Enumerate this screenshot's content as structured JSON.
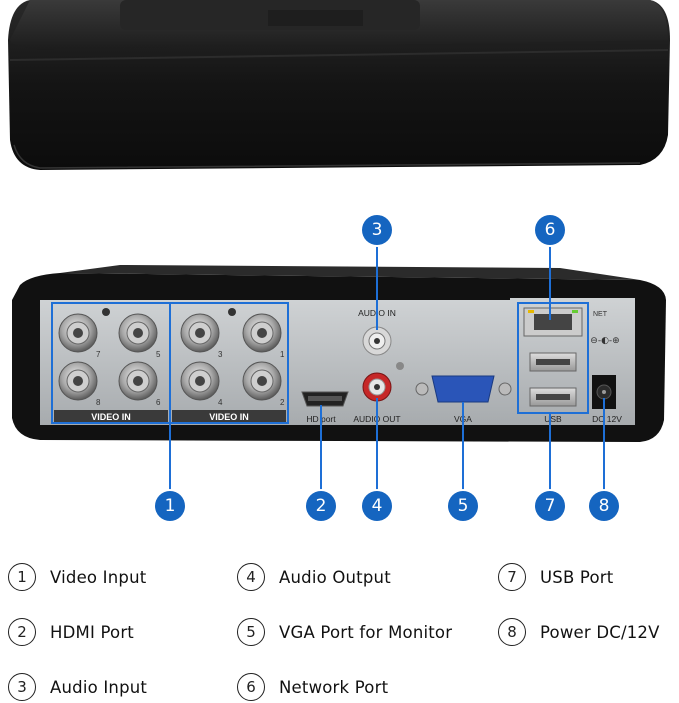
{
  "panel_labels": {
    "video_in_left": "VIDEO IN",
    "video_in_right": "VIDEO IN",
    "audio_in": "AUDIO IN",
    "audio_out": "AUDIO OUT",
    "hdmi": "HD port",
    "vga": "VGA",
    "usb": "USB",
    "net": "NET",
    "dc": "DC 12V",
    "bnc_numbers": [
      "7",
      "5",
      "3",
      "1",
      "8",
      "6",
      "4",
      "2"
    ]
  },
  "callouts": [
    "1",
    "2",
    "3",
    "4",
    "5",
    "6",
    "7",
    "8"
  ],
  "legend": [
    {
      "num": "1",
      "label": "Video Input"
    },
    {
      "num": "2",
      "label": "HDMI Port"
    },
    {
      "num": "3",
      "label": "Audio Input"
    },
    {
      "num": "4",
      "label": "Audio Output"
    },
    {
      "num": "5",
      "label": "VGA Port for Monitor"
    },
    {
      "num": "6",
      "label": "Network Port"
    },
    {
      "num": "7",
      "label": "USB Port"
    },
    {
      "num": "8",
      "label": "Power DC/12V"
    }
  ],
  "colors": {
    "callout": "#1565c0",
    "panel": "#b9bcbf",
    "body": "#1a1a1a",
    "rca_red": "#c62828"
  }
}
